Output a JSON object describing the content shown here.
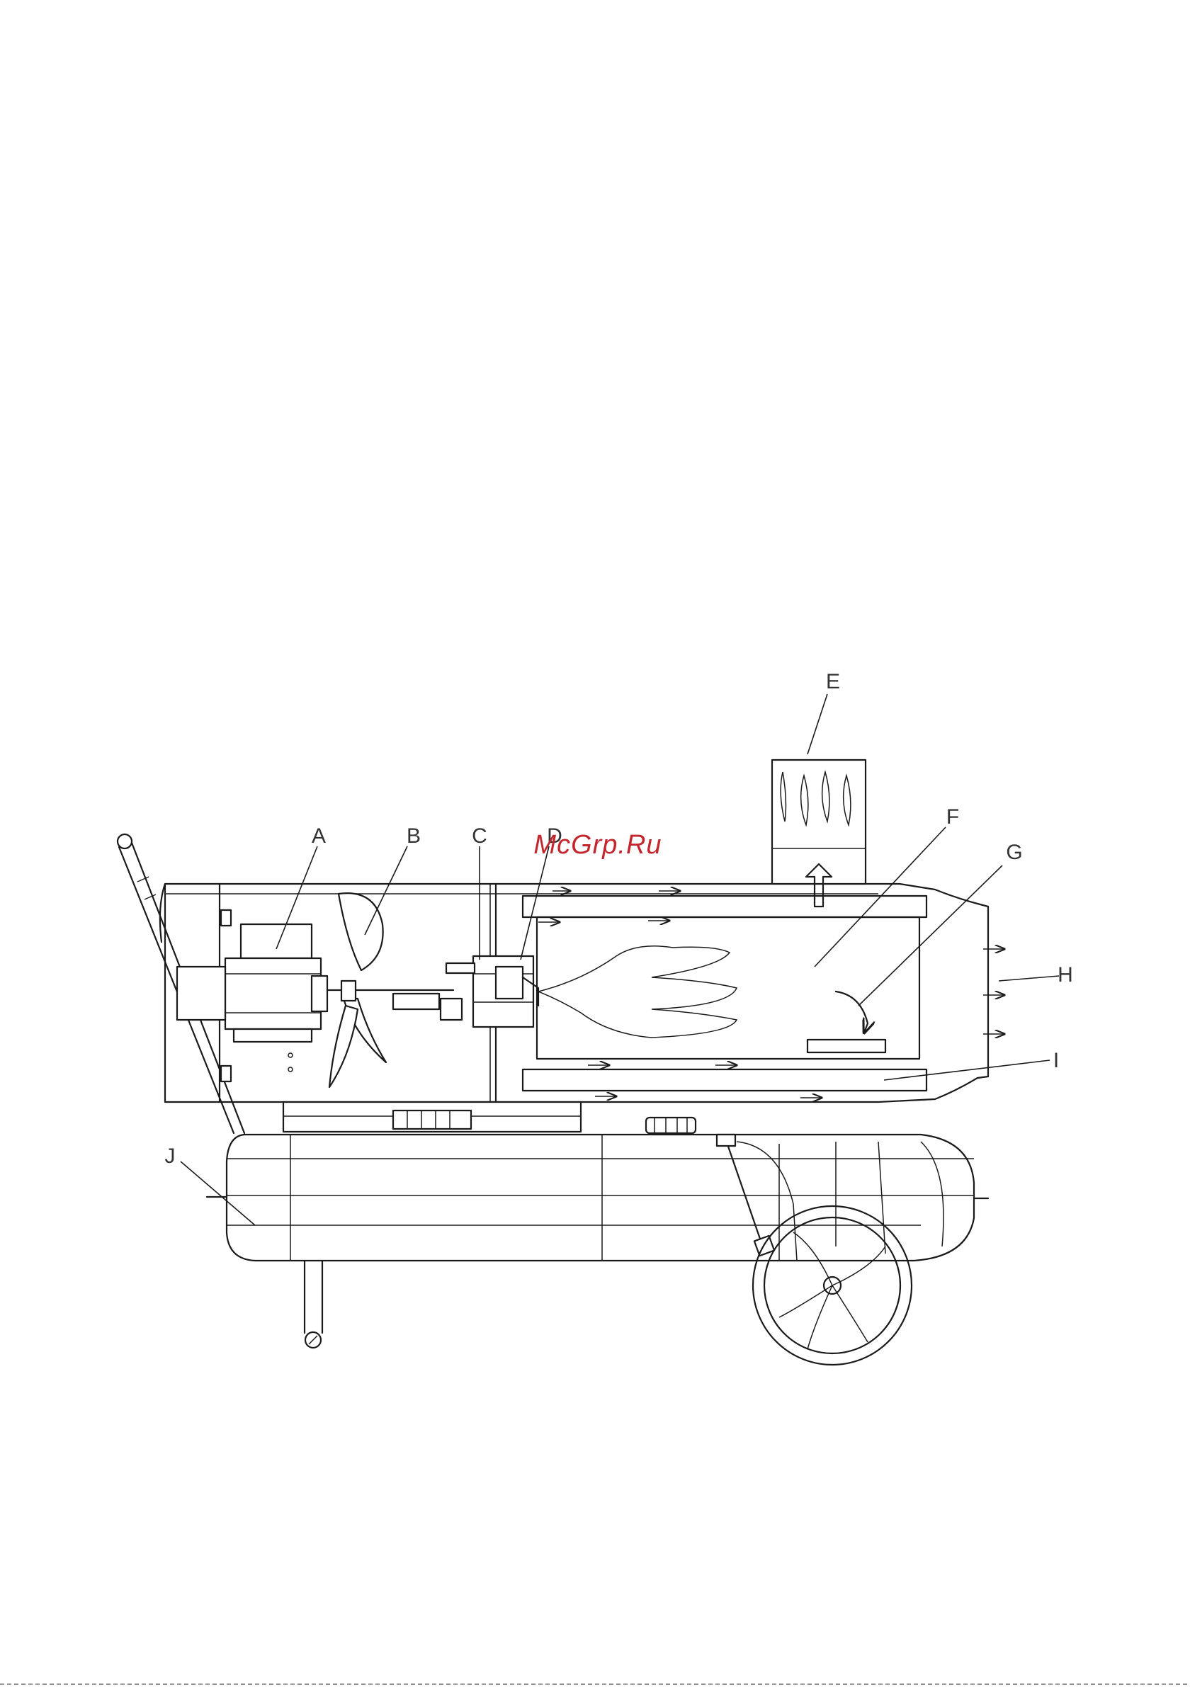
{
  "watermark": "McGrp.Ru",
  "labels": {
    "a": "A",
    "b": "B",
    "c": "C",
    "d": "D",
    "e": "E",
    "f": "F",
    "g": "G",
    "h": "H",
    "i": "I",
    "j": "J"
  },
  "colors": {
    "line": "#1a1a1a",
    "label": "#333333",
    "watermark": "#c4262e",
    "background": "#ffffff"
  }
}
